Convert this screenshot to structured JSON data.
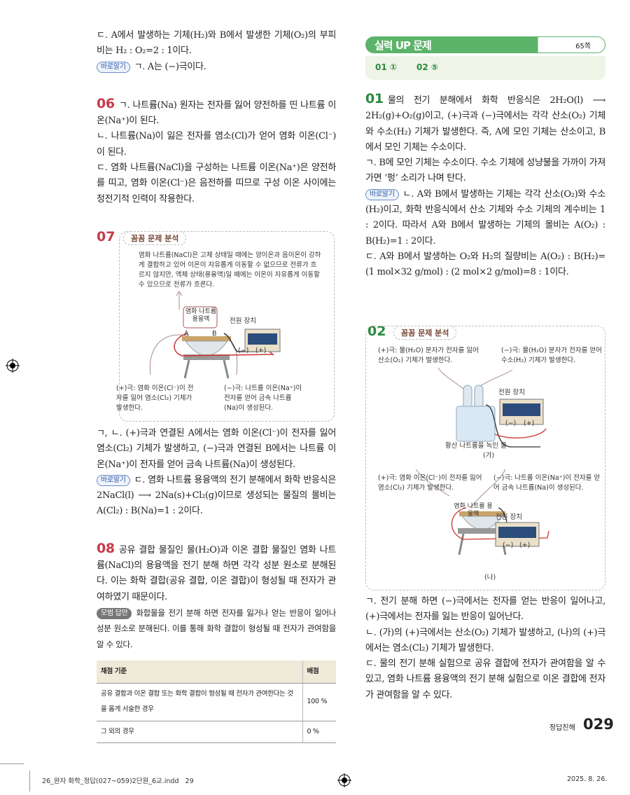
{
  "left": {
    "q05_c": "ㄷ. A에서 발생하는 기체(H₂)와 B에서 발생한 기체(O₂)의 부피비는 H₂ : O₂=2 : 1이다.",
    "q05_wrong_badge": "바로알기",
    "q05_wrong": "ㄱ. A는 (−)극이다.",
    "q06_num": "06",
    "q06_a": "ㄱ. 나트륨(Na) 원자는 전자를 잃어 양전하를 띤 나트륨 이온(Na⁺)이 된다.",
    "q06_b": "ㄴ. 나트륨(Na)이 잃은 전자를 염소(Cl)가 얻어 염화 이온(Cl⁻)이 된다.",
    "q06_c": "ㄷ. 염화 나트륨(NaCl)을 구성하는 나트륨 이온(Na⁺)은 양전하를 띠고, 염화 이온(Cl⁻)은 음전하를 띠므로 구성 이온 사이에는 정전기적 인력이 작용한다.",
    "q07_num": "07",
    "q07_tag": "꼼꼼 문제 분석",
    "q07_note_top": "염화 나트륨(NaCl)은 고체 상태일 때에는 양이온과 음이온이 강하게 결합하고 있어 이온이 자유롭게 이동할 수 없으므로 전류가 흐르지 않지만, 액체 상태(용융액)일 때에는 이온이 자유롭게 이동할 수 있으므로 전류가 흐른다.",
    "q07_label_melt": "염화 나트륨 용융액",
    "q07_label_power": "전원 장치",
    "q07_label_a": "A",
    "q07_label_b": "B",
    "q07_minus": "(−)",
    "q07_plus": "(+)",
    "q07_note_left": "(+)극: 염화 이온(Cl⁻)이 전자를 잃어 염소(Cl₂) 기체가 발생한다.",
    "q07_note_right": "(−)극: 나트륨 이온(Na⁺)이 전자를 얻어 금속 나트륨(Na)이 생성된다.",
    "q07_ab": "ㄱ, ㄴ. (+)극과 연결된 A에서는 염화 이온(Cl⁻)이 전자를 잃어 염소(Cl₂) 기체가 발생하고, (−)극과 연결된 B에서는 나트륨 이온(Na⁺)이 전자를 얻어 금속 나트륨(Na)이 생성된다.",
    "q07_wrong_badge": "바로알기",
    "q07_wrong": "ㄷ. 염화 나트륨 용융액의 전기 분해에서 화학 반응식은 2NaCl(l) ⟶ 2Na(s)+Cl₂(g)이므로 생성되는 물질의 몰비는 A(Cl₂) : B(Na)=1 : 2이다.",
    "q08_num": "08",
    "q08_text": "공유 결합 물질인 물(H₂O)과 이온 결합 물질인 염화 나트륨(NaCl)의 용융액을 전기 분해 하면 각각 성분 원소로 분해된다. 이는 화학 결합(공유 결합, 이온 결합)이 형성될 때 전자가 관여하였기 때문이다.",
    "q08_model_badge": "모범 답안",
    "q08_model": "화합물을 전기 분해 하면 전자를 잃거나 얻는 반응이 일어나 성분 원소로 분해된다. 이를 통해 화학 결합이 형성될 때 전자가 관여함을 알 수 있다.",
    "table": {
      "headers": [
        "채점 기준",
        "배점"
      ],
      "rows": [
        [
          "공유 결합과 이온 결합 또는 화학 결합이 형성될 때 전자가 관여한다는 것을 옳게 서술한 경우",
          "100 %"
        ],
        [
          "그 외의 경우",
          "0 %"
        ]
      ]
    }
  },
  "right": {
    "section_title": "실력 UP 문제",
    "section_page": "65쪽",
    "answers": [
      "01 ①",
      "02 ⑤"
    ],
    "q01_num": "01",
    "q01_text": "물의 전기 분해에서 화학 반응식은 2H₂O(l) ⟶ 2H₂(g)+O₂(g)이고, (+)극과 (−)극에서는 각각 산소(O₂) 기체와 수소(H₂) 기체가 발생한다. 즉, A에 모인 기체는 산소이고, B에서 모인 기체는 수소이다.",
    "q01_a": "ㄱ. B에 모인 기체는 수소이다. 수소 기체에 성냥불을 가까이 가져가면 ‘펑’ 소리가 나며 탄다.",
    "q01_wrong_badge": "바로알기",
    "q01_wrong": "ㄴ. A와 B에서 발생하는 기체는 각각 산소(O₂)와 수소(H₂)이고, 화학 반응식에서 산소 기체와 수소 기체의 계수비는 1 : 2이다. 따라서 A와 B에서 발생하는 기체의 몰비는 A(O₂) : B(H₂)=1 : 2이다.",
    "q01_c": "ㄷ. A와 B에서 발생하는 O₂와 H₂의 질량비는 A(O₂) : B(H₂)=(1 mol×32 g/mol) : (2 mol×2 g/mol)=8 : 1이다.",
    "q02_num": "02",
    "q02_tag": "꼼꼼 문제 분석",
    "ga_left": "(+)극: 물(H₂O) 분자가 전자를 잃어 산소(O₂) 기체가 발생한다.",
    "ga_right": "(−)극: 물(H₂O) 분자가 전자를 얻어 수소(H₂) 기체가 발생한다.",
    "ga_power": "전원 장치",
    "ga_minus": "(−)",
    "ga_plus": "(+)",
    "ga_water": "황산 나트륨을 녹인 물",
    "ga_caption": "(가)",
    "na_left": "(+)극: 염화 이온(Cl⁻)이 전자를 잃어 염소(Cl₂) 기체가 발생한다.",
    "na_right": "(−)극: 나트륨 이온(Na⁺)이 전자를 얻어 금속 나트륨(Na)이 생성된다.",
    "na_melt": "염화 나트륨 용융액",
    "na_power": "전원 장치",
    "na_minus": "(−)",
    "na_plus": "(+)",
    "na_caption": "(나)",
    "q02_a": "ㄱ. 전기 분해 하면 (−)극에서는 전자를 얻는 반응이 일어나고, (+)극에서는 전자를 잃는 반응이 일어난다.",
    "q02_b": "ㄴ. (가)의 (+)극에서는 산소(O₂) 기체가 발생하고, (나)의 (+)극에서는 염소(Cl₂) 기체가 발생한다.",
    "q02_c": "ㄷ. 물의 전기 분해 실험으로 공유 결합에 전자가 관여함을 알 수 있고, 염화 나트륨 용융액의 전기 분해 실험으로 이온 결합에 전자가 관여함을 알 수 있다."
  },
  "footer": {
    "section": "정답친해",
    "page": "029",
    "file": "26_완자 화학_정답(027~059)2단원_6교.indd   29",
    "date": "2025. 8. 26."
  },
  "colors": {
    "red": "#c8394a",
    "green": "#2a8a3e",
    "section_bar": "#5cb36a"
  }
}
